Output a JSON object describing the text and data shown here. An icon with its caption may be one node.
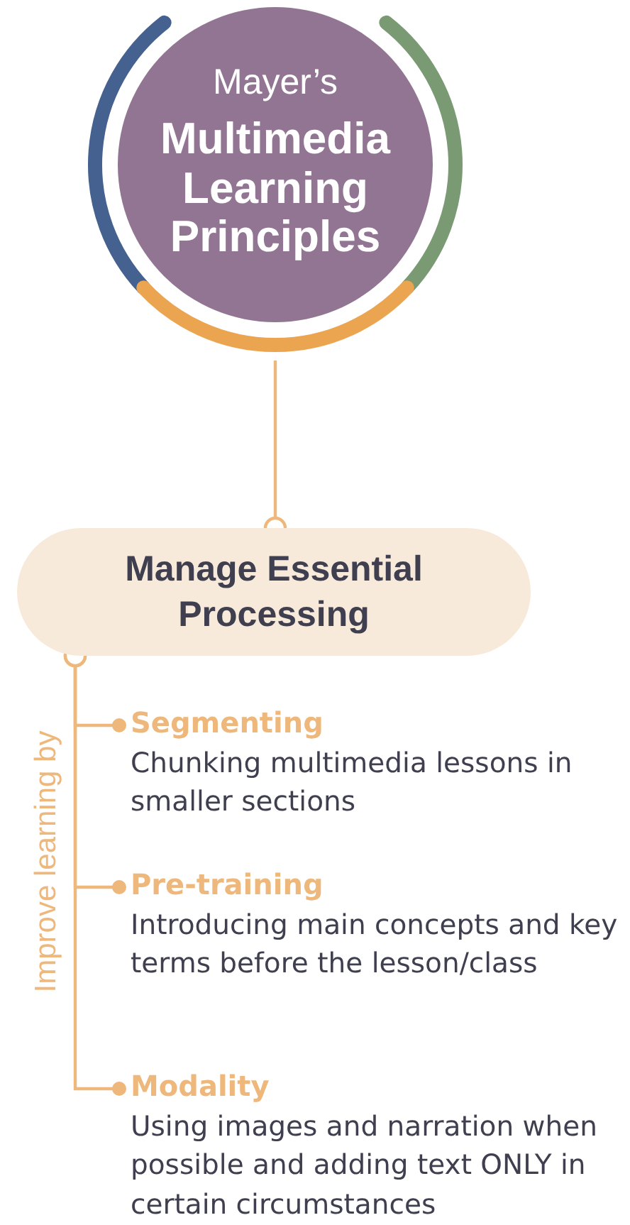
{
  "diagram": {
    "nodes": [
      {
        "text": [
          "Mayer’s",
          "Multimedia Learning Principles"
        ]
      },
      {
        "text": [
          "Manage Essential Processing"
        ]
      },
      {
        "text": [
          "Segmenting",
          "Chunking multimedia lessons in smaller sections"
        ]
      },
      {
        "text": [
          "Pre-training",
          "Introducing main concepts and key terms before the lesson/class"
        ]
      },
      {
        "text": [
          "Modality",
          "Using images and narration when possible and adding text ONLY in certain circumstances"
        ]
      }
    ],
    "edges": [
      {
        "from": 0,
        "to": 1,
        "arrow": "other"
      },
      {
        "from": 1,
        "to": 2,
        "arrow": "other"
      },
      {
        "from": 1,
        "to": 3,
        "arrow": "other"
      },
      {
        "from": 1,
        "to": 4,
        "arrow": "other"
      }
    ],
    "labels": [
      "Improve learning by"
    ]
  }
}
